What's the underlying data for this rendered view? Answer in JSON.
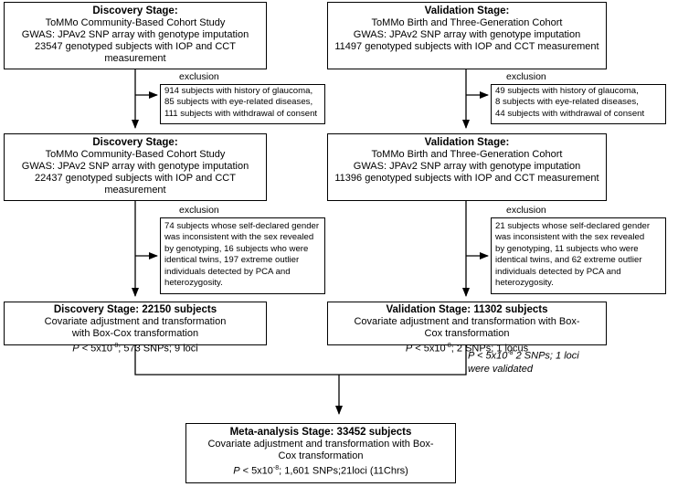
{
  "discovery_1": {
    "title": "Discovery Stage:",
    "lines": [
      "ToMMo Community-Based Cohort Study",
      "GWAS: JPAv2 SNP array with genotype imputation",
      "23547 genotyped subjects with IOP and CCT measurement"
    ]
  },
  "validation_1": {
    "title": "Validation Stage:",
    "lines": [
      "ToMMo Birth and Three-Generation Cohort",
      "GWAS: JPAv2 SNP array with genotype imputation",
      "11497 genotyped subjects with IOP and CCT measurement"
    ]
  },
  "discovery_excl_1": {
    "label": "exclusion",
    "lines": [
      "914 subjects with history of glaucoma,",
      "85 subjects with eye-related diseases,",
      "111 subjects with withdrawal of consent"
    ]
  },
  "validation_excl_1": {
    "label": "exclusion",
    "lines": [
      "49 subjects with history of glaucoma,",
      "8 subjects with eye-related diseases,",
      "44 subjects with withdrawal of consent"
    ]
  },
  "discovery_2": {
    "title": "Discovery Stage:",
    "lines": [
      "ToMMo Community-Based Cohort Study",
      "GWAS: JPAv2 SNP array with genotype imputation",
      "22437 genotyped subjects with IOP and CCT measurement"
    ]
  },
  "validation_2": {
    "title": "Validation Stage:",
    "lines": [
      "ToMMo Birth and Three-Generation Cohort",
      "GWAS: JPAv2 SNP array with genotype imputation",
      "11396 genotyped subjects with IOP and CCT measurement"
    ]
  },
  "discovery_excl_2": {
    "label": "exclusion",
    "lines": [
      "74 subjects whose self-declared gender",
      "was inconsistent with the sex revealed",
      "by genotyping, 16 subjects who were",
      "identical twins, 197 extreme outlier",
      "individuals detected by PCA and",
      "heterozygosity."
    ]
  },
  "validation_excl_2": {
    "label": "exclusion",
    "lines": [
      "21 subjects whose self-declared gender",
      "was inconsistent with the sex revealed",
      "by genotyping, 11 subjects who were",
      "identical twins, and 62 extreme outlier",
      "individuals detected by PCA and",
      "heterozygosity."
    ]
  },
  "discovery_3": {
    "title": "Discovery Stage: 22150 subjects",
    "lines": [
      "Covariate adjustment and transformation",
      "with Box-Cox transformation"
    ],
    "p_label": "P",
    "p_text": " < 5x10",
    "p_exp": "-8",
    "p_rest": "; 573 SNPs; 9 loci"
  },
  "validation_3": {
    "title": "Validation Stage: 11302 subjects",
    "lines": [
      "Covariate adjustment and transformation with Box-",
      "Cox transformation"
    ],
    "p_label": "P",
    "p_text": " < 5x10",
    "p_exp": "-8",
    "p_rest": "; 2 SNPs; 1 locus"
  },
  "validated_note": {
    "line1_prefix": "P < 5x10",
    "line1_exp": "-8",
    "line1_rest": " 2 SNPs; 1 loci",
    "line2": "were validated"
  },
  "meta": {
    "title": "Meta-analysis Stage: 33452 subjects",
    "lines": [
      "Covariate adjustment and transformation with Box-",
      "Cox transformation"
    ],
    "p_label": "P",
    "p_text": " < 5x10",
    "p_exp": "-8",
    "p_rest": "; 1,601 SNPs;21loci (11Chrs)"
  }
}
